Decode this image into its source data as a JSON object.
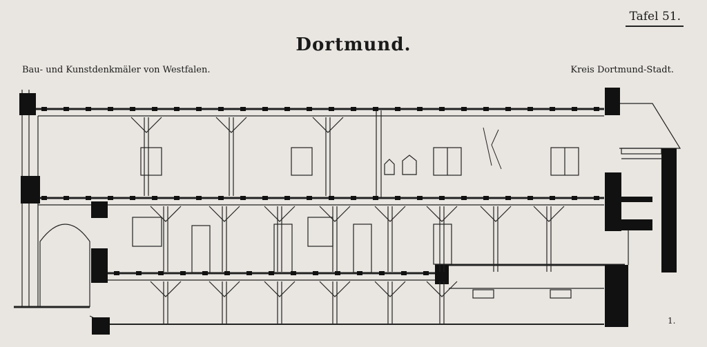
{
  "header": {
    "plate": "Tafel 51.",
    "title": "Dortmund.",
    "series": "Bau- und Kunstdenkmäler von Westfalen.",
    "district": "Kreis Dortmund-Stadt."
  },
  "figure": {
    "number": "1."
  },
  "colors": {
    "paper": "#e9e6e1",
    "ink": "#111111"
  }
}
